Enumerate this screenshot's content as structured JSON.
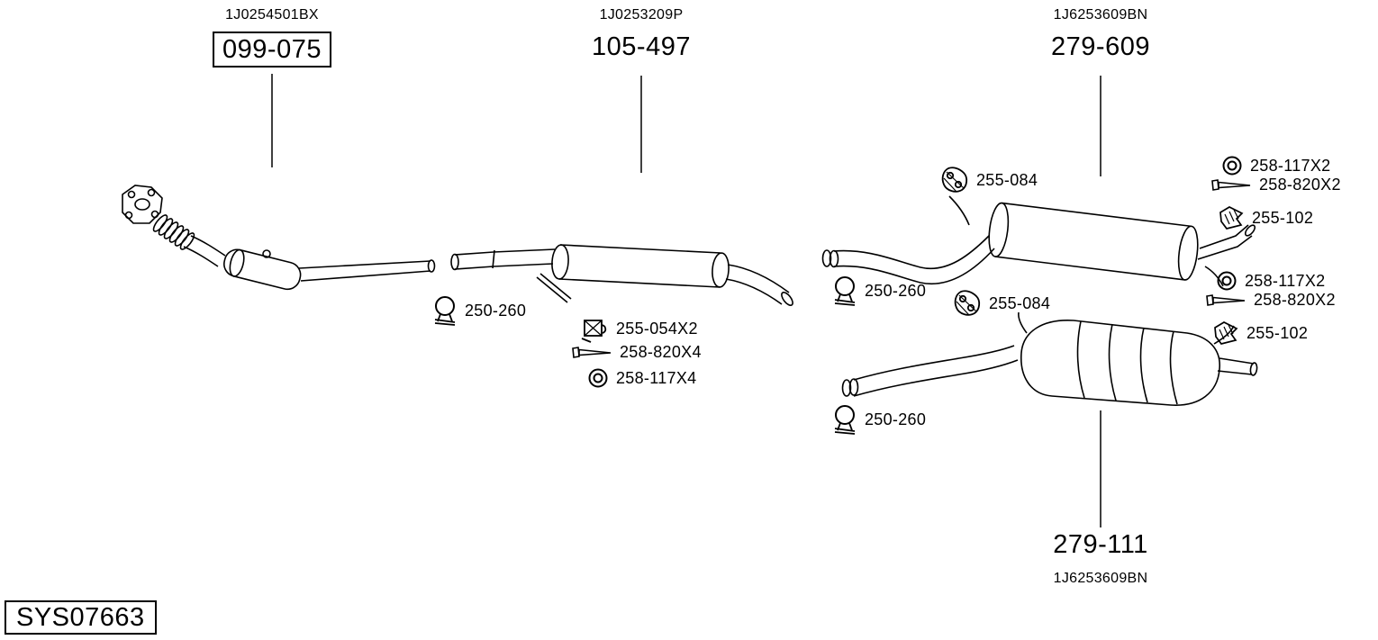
{
  "diagram_id": {
    "label": "SYS07663"
  },
  "colors": {
    "ink": "#000000",
    "paper": "#ffffff"
  },
  "assemblies": [
    {
      "oem": "1J0254501BX",
      "part": "099-075",
      "boxed": true,
      "component": "front-pipe-with-catalyst"
    },
    {
      "oem": "1J0253209P",
      "part": "105-497",
      "boxed": false,
      "component": "middle-silencer"
    },
    {
      "oem": "1J6253609BN",
      "part": "279-609",
      "boxed": false,
      "component": "rear-silencer"
    },
    {
      "oem": "1J6253609BN",
      "part": "279-111",
      "boxed": false,
      "component": "rear-silencer-alternative"
    }
  ],
  "callouts": [
    {
      "icon": "clamp-icon",
      "label": "250-260"
    },
    {
      "icon": "mount-plate-icon",
      "label": "255-054X2"
    },
    {
      "icon": "bolt-icon",
      "label": "258-820X4"
    },
    {
      "icon": "washer-icon",
      "label": "258-117X4"
    },
    {
      "icon": "rubber-hanger-icon",
      "label": "255-084"
    },
    {
      "icon": "washer-icon",
      "label": "258-117X2"
    },
    {
      "icon": "bolt-icon",
      "label": "258-820X2"
    },
    {
      "icon": "bracket-icon",
      "label": "255-102"
    },
    {
      "icon": "clamp-icon",
      "label": "250-260"
    },
    {
      "icon": "rubber-hanger-icon",
      "label": "255-084"
    },
    {
      "icon": "washer-icon",
      "label": "258-117X2"
    },
    {
      "icon": "bolt-icon",
      "label": "258-820X2"
    },
    {
      "icon": "bracket-icon",
      "label": "255-102"
    },
    {
      "icon": "clamp-icon",
      "label": "250-260"
    }
  ]
}
